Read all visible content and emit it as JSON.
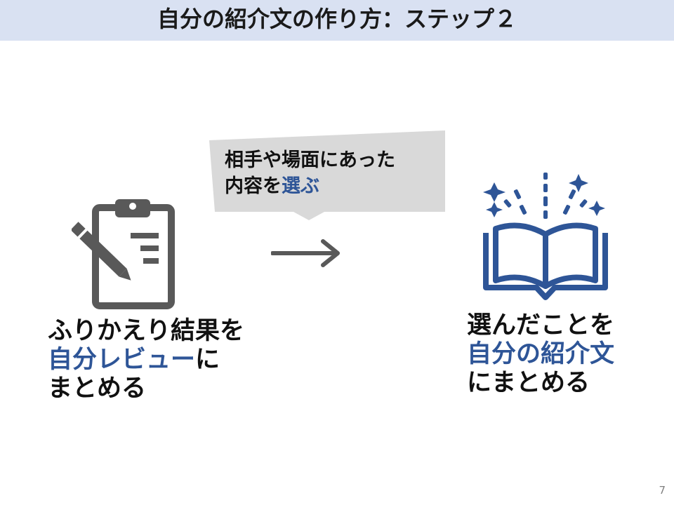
{
  "colors": {
    "title_bg": "#d9e1f2",
    "accent": "#2e5597",
    "icon_gray": "#595959",
    "callout_bg": "#d9d9d9",
    "text": "#111111"
  },
  "header": {
    "title": "自分の紹介文の作り方：ステップ２"
  },
  "callout": {
    "line1": "相手や場面にあった",
    "line2_prefix": "内容を",
    "line2_highlight": "選ぶ"
  },
  "left": {
    "icon": "clipboard-pencil-icon",
    "line1": "ふりかえり結果を",
    "line2_highlight": "自分レビュー",
    "line2_suffix": "に",
    "line3": "まとめる"
  },
  "arrow": {
    "icon": "right-arrow-icon"
  },
  "right": {
    "icon": "open-book-sparkle-icon",
    "line1": "選んだことを",
    "line2_highlight": "自分の紹介文",
    "line3": "にまとめる"
  },
  "page_number": "7"
}
